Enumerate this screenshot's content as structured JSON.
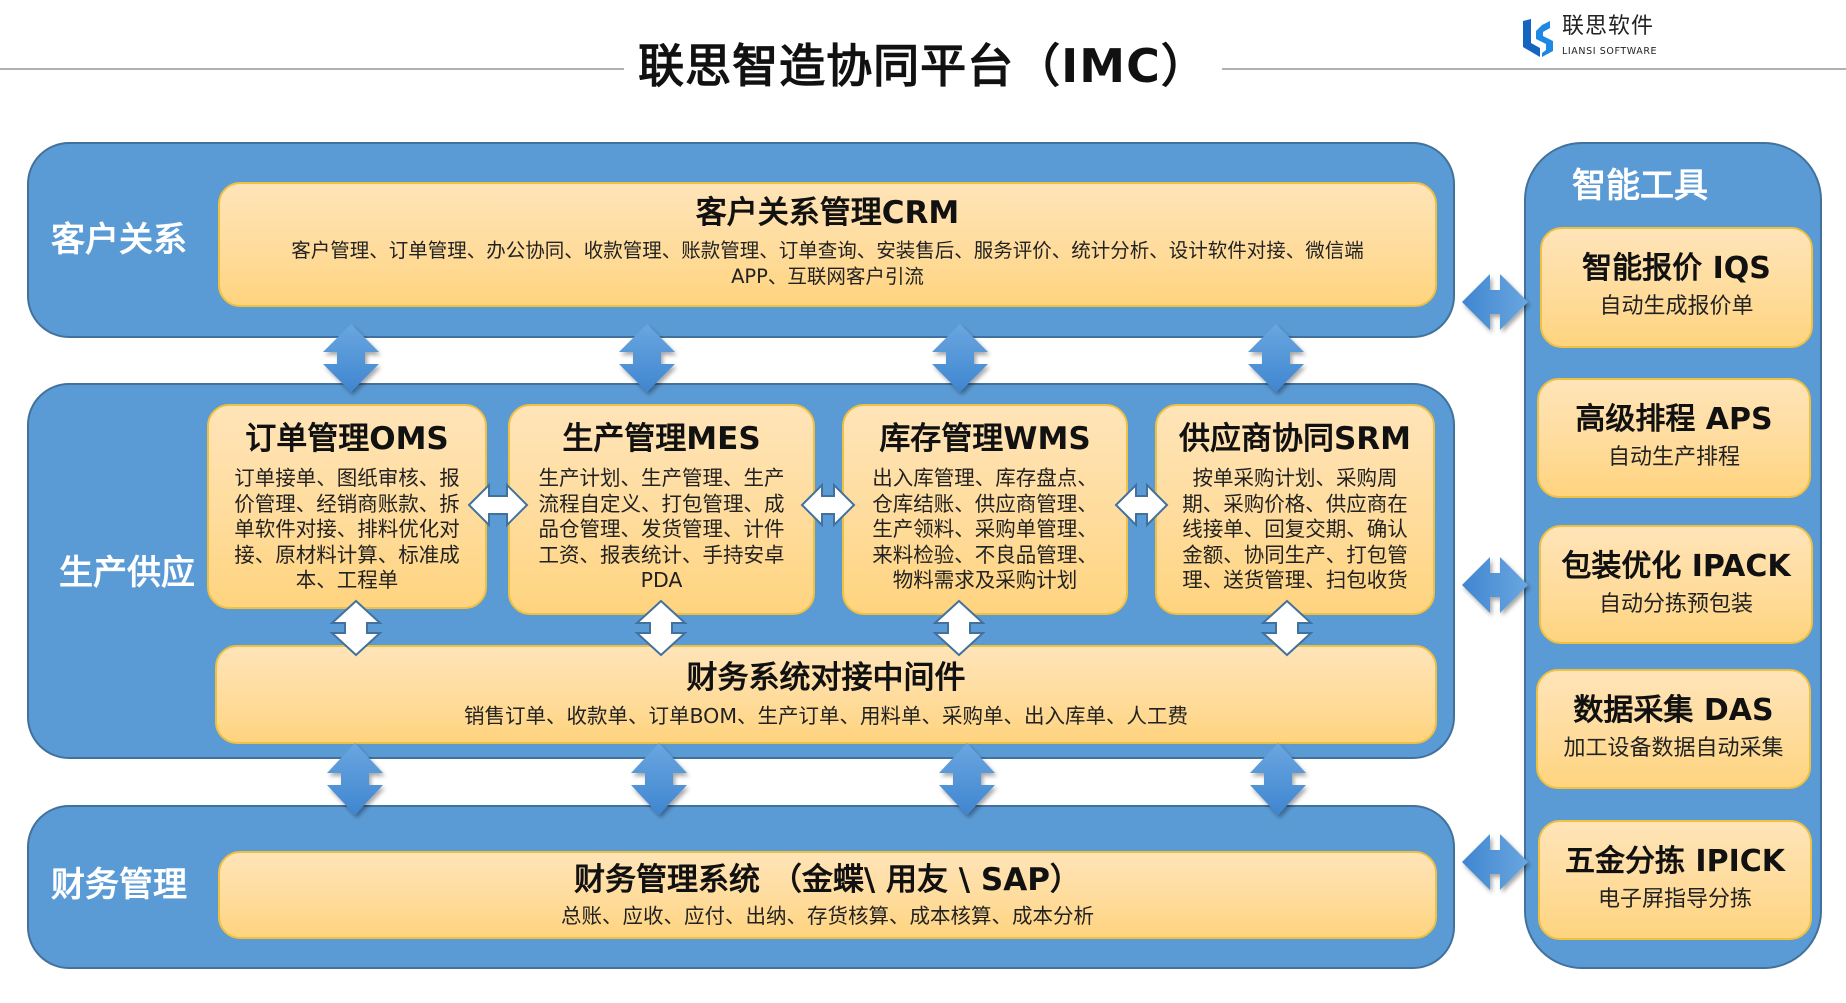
{
  "header": {
    "title": "联思智造协同平台（IMC）",
    "logo": {
      "name_cn": "联思软件",
      "name_en": "LIANSI SOFTWARE"
    }
  },
  "colors": {
    "panel_blue": "#5b9bd5",
    "panel_border": "#41719c",
    "card_fill": "#ffdc9c",
    "card_border": "#f0c040",
    "arrow_blue": "#4a8ed6"
  },
  "sections": {
    "customer": {
      "label": "客户关系",
      "crm": {
        "title": "客户关系管理CRM",
        "desc_line1": "客户管理、订单管理、办公协同、收款管理、账款管理、订单查询、安装售后、服务评价、统计分析、设计软件对接、微信端",
        "desc_line2": "APP、互联网客户引流"
      }
    },
    "production": {
      "label": "生产供应",
      "modules": [
        {
          "title": "订单管理OMS",
          "desc": "订单接单、图纸审核、报价管理、经销商账款、拆单软件对接、排料优化对接、原材料计算、标准成本、工程单"
        },
        {
          "title": "生产管理MES",
          "desc": "生产计划、生产管理、生产流程自定义、打包管理、成品仓管理、发货管理、计件工资、报表统计、手持安卓PDA"
        },
        {
          "title": "库存管理WMS",
          "desc": "出入库管理、库存盘点、仓库结账、供应商管理、生产领料、采购单管理、来料检验、不良品管理、物料需求及采购计划"
        },
        {
          "title": "供应商协同SRM",
          "desc": "按单采购计划、采购周期、采购价格、供应商在线接单、回复交期、确认金额、协同生产、打包管理、送货管理、扫包收货"
        }
      ],
      "middleware": {
        "title": "财务系统对接中间件",
        "desc": "销售订单、收款单、订单BOM、生产订单、用料单、采购单、出入库单、人工费"
      }
    },
    "finance": {
      "label": "财务管理",
      "system": {
        "title": "财务管理系统 （金蝶\\ 用友 \\ SAP）",
        "desc": "总账、应收、应付、出纳、存货核算、成本核算、成本分析"
      }
    },
    "tools": {
      "label": "智能工具",
      "items": [
        {
          "title": "智能报价 IQS",
          "desc": "自动生成报价单"
        },
        {
          "title": "高级排程 APS",
          "desc": "自动生产排程"
        },
        {
          "title": "包装优化 IPACK",
          "desc": "自动分拣预包装"
        },
        {
          "title": "数据采集 DAS",
          "desc": "加工设备数据自动采集"
        },
        {
          "title": "五金分拣 IPICK",
          "desc": "电子屏指导分拣"
        }
      ]
    }
  }
}
